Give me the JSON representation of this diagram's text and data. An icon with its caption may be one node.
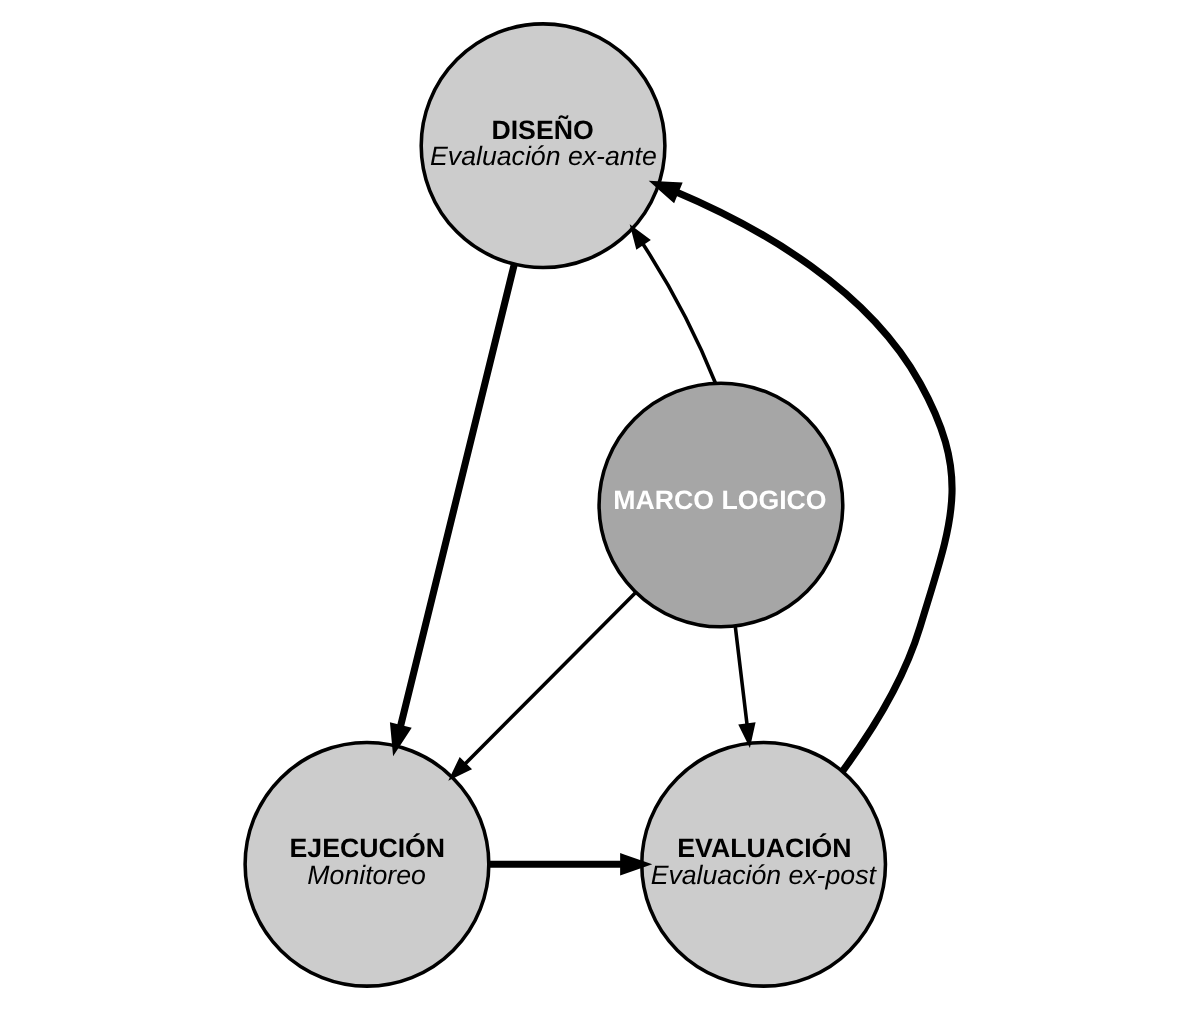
{
  "diagram": {
    "nodes": [
      {
        "text": [
          "MARCO LOGICO"
        ]
      },
      {
        "text": [
          "DISEÑO",
          "Evaluación ex-ante"
        ]
      },
      {
        "text": [
          "EJECUCIÓN",
          "Monitoreo"
        ]
      },
      {
        "text": [
          "EVALUACIÓN",
          "Evaluación ex-post"
        ]
      }
    ],
    "edges": [
      {
        "from": 0,
        "to": 1,
        "arrow": "to"
      },
      {
        "from": 0,
        "to": 2,
        "arrow": "to"
      },
      {
        "from": 0,
        "to": 3,
        "arrow": "to"
      },
      {
        "from": 3,
        "to": 1,
        "arrow": "to",
        "style": "thick"
      },
      {
        "from": 1,
        "to": 2,
        "arrow": "to",
        "style": "thick"
      },
      {
        "from": 2,
        "to": 3,
        "arrow": "to",
        "style": "thick"
      }
    ]
  }
}
